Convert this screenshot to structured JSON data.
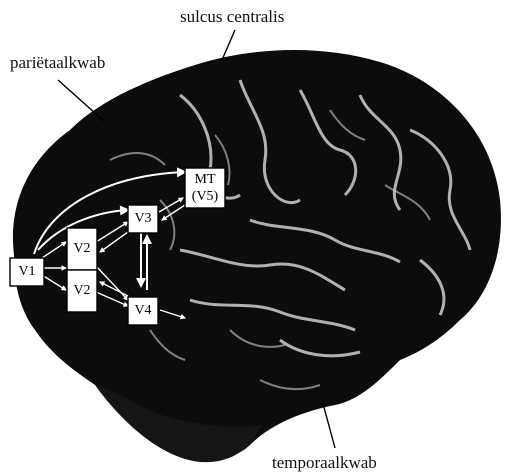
{
  "labels": {
    "sulcus": "sulcus centralis",
    "parietal": "pariëtaalkwab",
    "temporal": "temporaalkwab"
  },
  "areas": {
    "v1": "V1",
    "v2_top": "V2",
    "v2_bottom": "V2",
    "v3": "V3",
    "v4": "V4",
    "mt_line1": "MT",
    "mt_line2": "(V5)"
  }
}
